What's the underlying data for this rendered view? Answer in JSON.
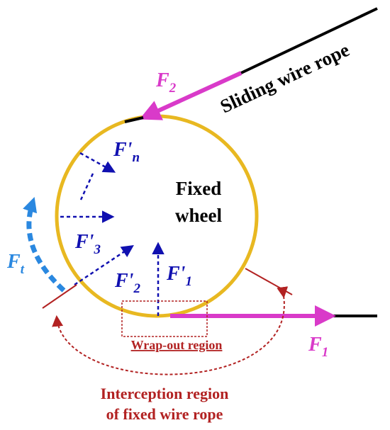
{
  "labels": {
    "sliding_wire_rope": "Sliding wire rope",
    "fixed_wheel_line1": "Fixed",
    "fixed_wheel_line2": "wheel",
    "wrap_out_region": "Wrap-out region",
    "interception_line1": "Interception  region",
    "interception_line2": "of fixed wire rope"
  },
  "forces": {
    "f2": {
      "base": "F",
      "sub": "2"
    },
    "f1": {
      "base": "F",
      "sub": "1"
    },
    "ft": {
      "base": "F",
      "sub": "t"
    },
    "fn_prime": {
      "base": "F'",
      "sub": "n"
    },
    "f3_prime": {
      "base": "F'",
      "sub": "3"
    },
    "f2_prime": {
      "base": "F'",
      "sub": "2"
    },
    "f1_prime": {
      "base": "F'",
      "sub": "1"
    }
  },
  "colors": {
    "wheel": "#E8B821",
    "rope": "#000000",
    "tension_arrow": "#D93AC9",
    "normal_force": "#1010B0",
    "tangential_force": "#2A88E0",
    "region": "#B22222",
    "interception_text": "#B22222"
  }
}
